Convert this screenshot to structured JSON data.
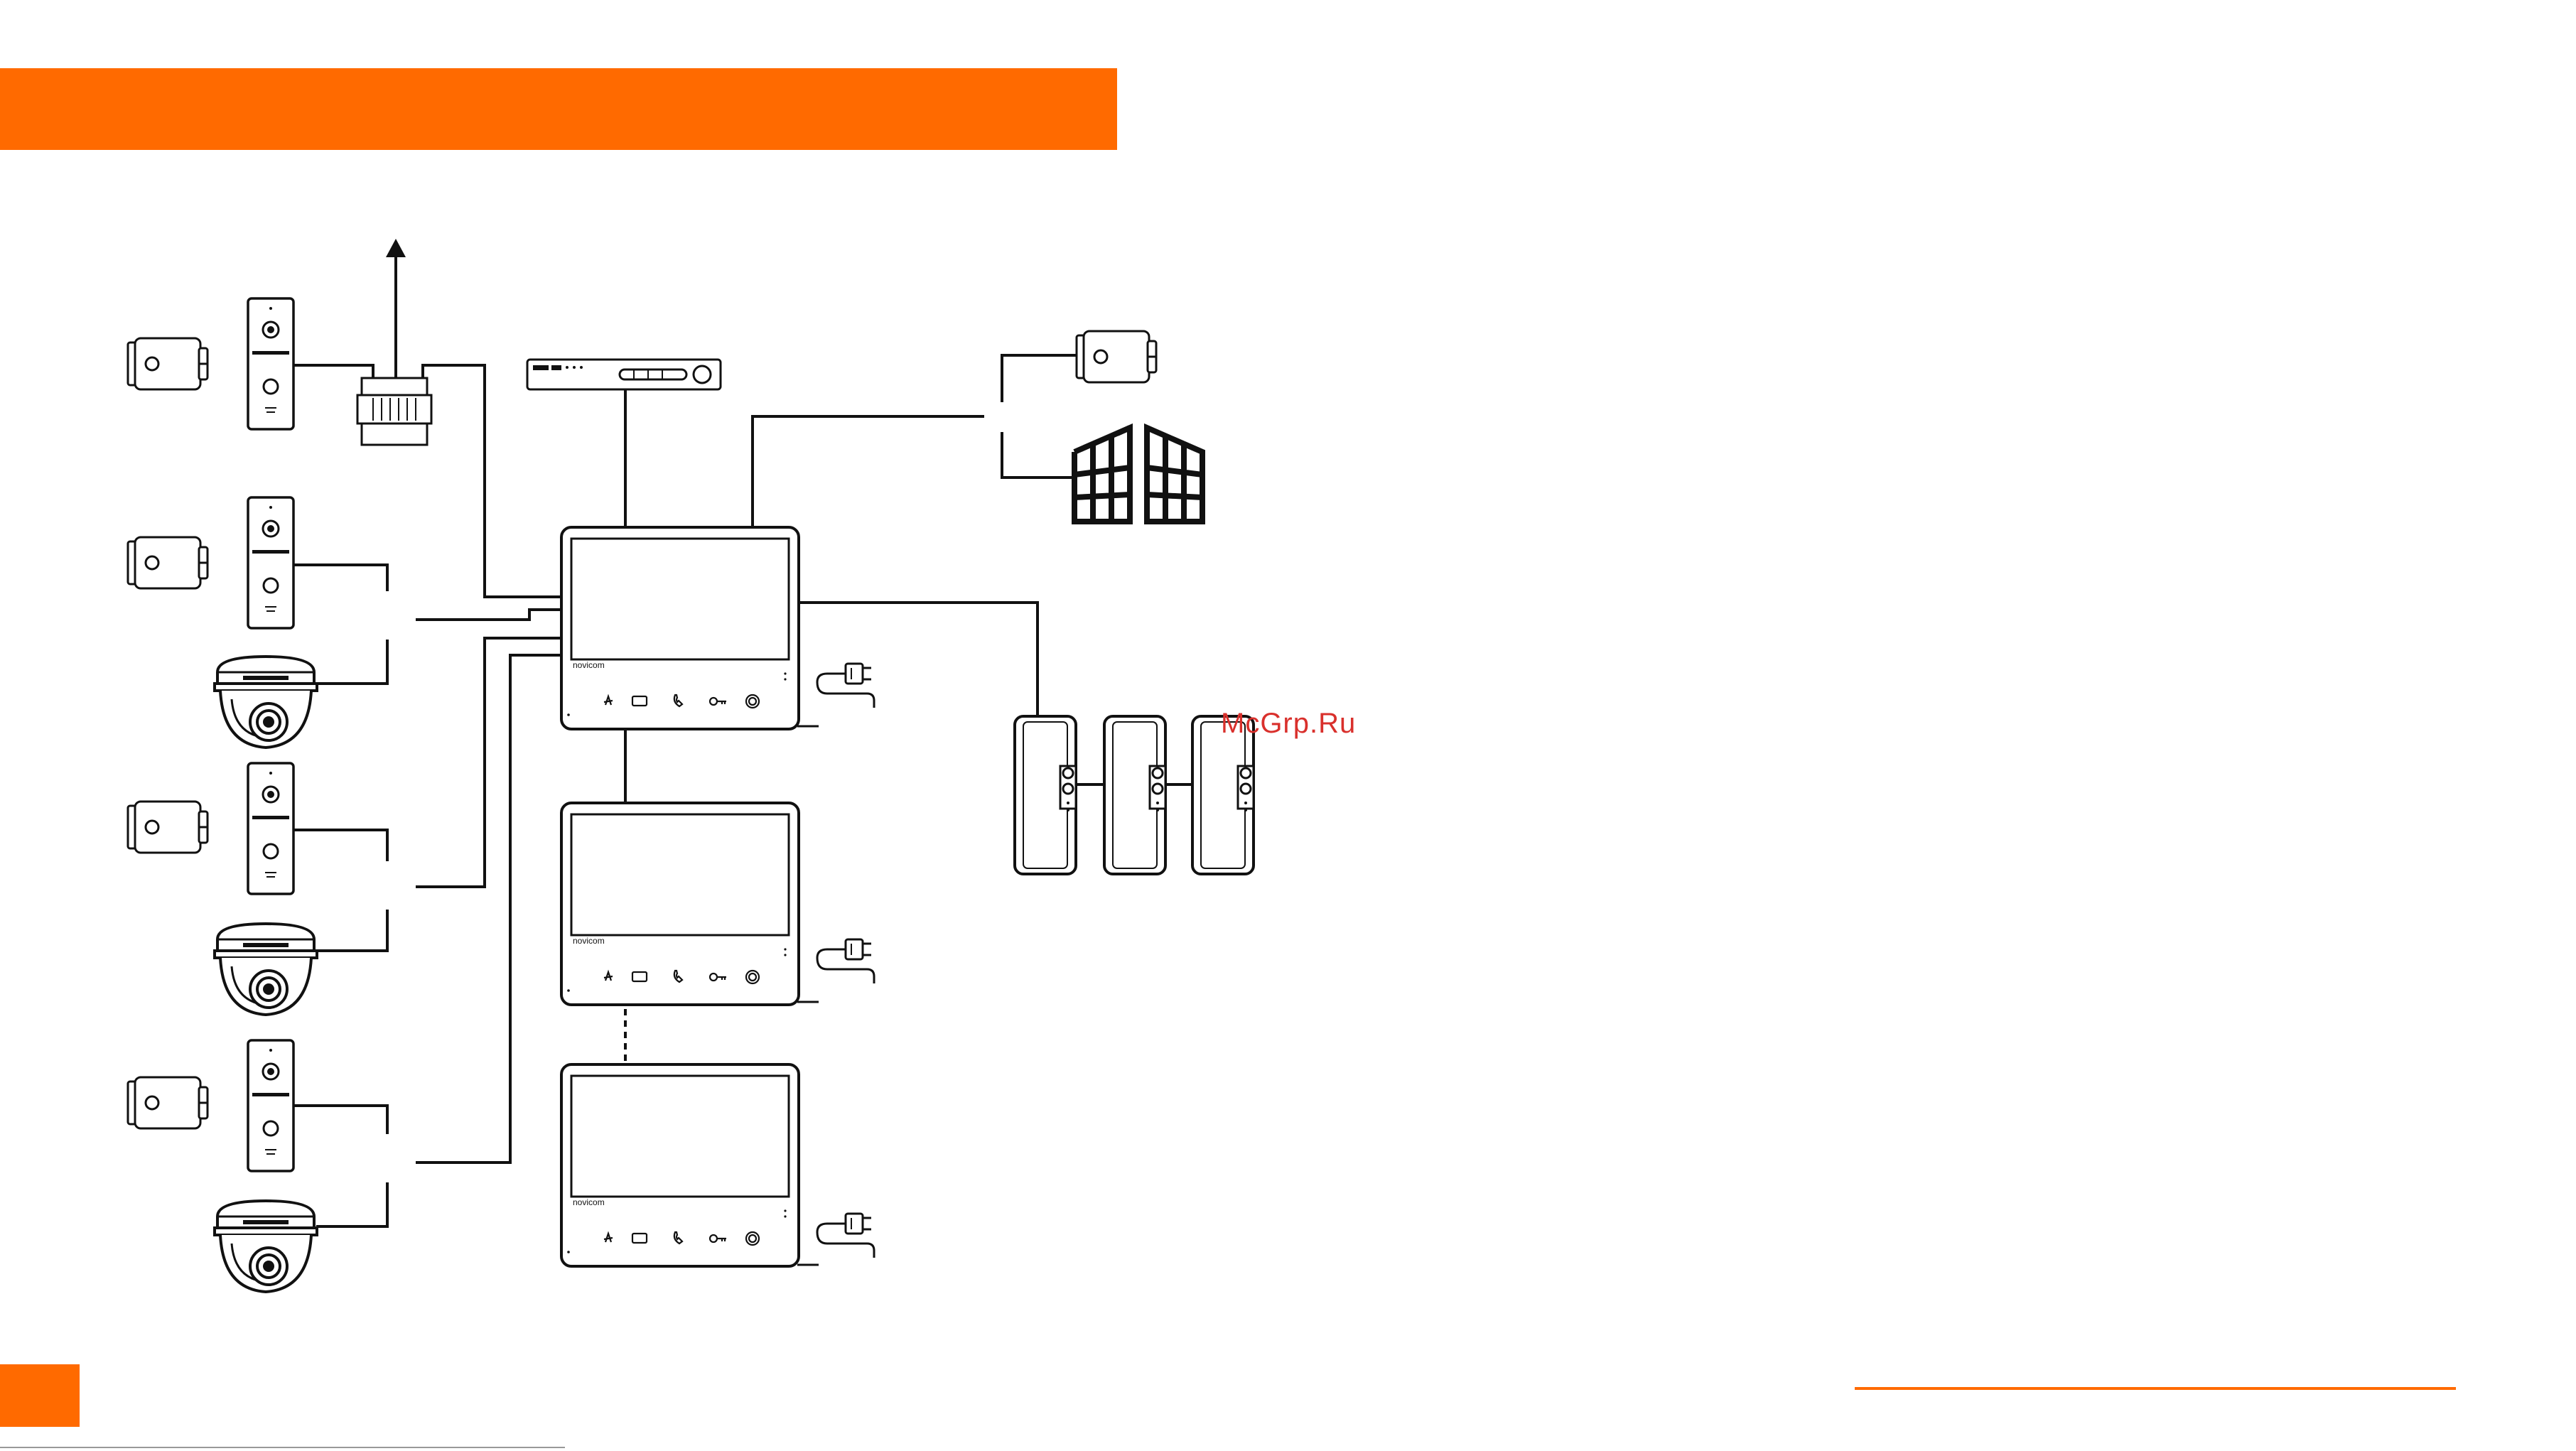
{
  "colors": {
    "accent": "#FF6A00",
    "line": "#111111",
    "watermark": "#d9302c"
  },
  "monitors": [
    {
      "brand": "novicom"
    },
    {
      "brand": "novicom"
    },
    {
      "brand": "novicom"
    }
  ],
  "watermark": "McGrp.Ru",
  "icons": [
    "lock-icon",
    "door-panel-icon",
    "dome-camera-icon",
    "relay-module-icon",
    "dvr-icon",
    "gate-icon",
    "handset-icon",
    "power-plug-icon"
  ]
}
